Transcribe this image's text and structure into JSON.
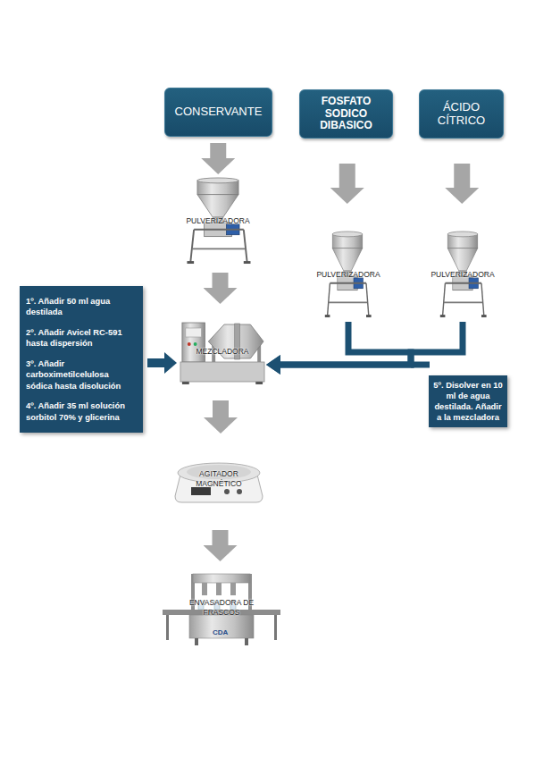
{
  "diagram": {
    "nodes": [
      {
        "text": [
          "CONSERVANTE"
        ]
      },
      {
        "text": [
          "FOSFATO SODICO DIBASICO"
        ]
      },
      {
        "text": [
          "ÁCIDO CÍTRICO"
        ]
      },
      {
        "text": [
          "PULVERIZADORA"
        ]
      },
      {
        "text": [
          "PULVERIZADORA"
        ]
      },
      {
        "text": [
          "PULVERIZADORA"
        ]
      },
      {
        "text": [
          "1º. Añadir 50 ml agua destilada",
          "2º. Añadir Avicel RC-591 hasta dispersión",
          "3º. Añadir carboximetilcelulosa sódica hasta disolución",
          "4º. Añadir 35 ml solución sorbitol 70% y glicerina"
        ]
      },
      {
        "text": [
          "MEZCLADORA"
        ]
      },
      {
        "text": [
          "5º. Disolver en 10 ml de agua destilada. Añadir a la mezcladora"
        ]
      },
      {
        "text": [
          "AGITADOR MAGNÉTICO"
        ]
      },
      {
        "text": [
          "ENVASADORA DE FRASCOS"
        ]
      }
    ],
    "edges": [
      {
        "from": 0,
        "to": 3,
        "arrow": "to"
      },
      {
        "from": 1,
        "to": 4,
        "arrow": "to"
      },
      {
        "from": 2,
        "to": 5,
        "arrow": "to"
      },
      {
        "from": 3,
        "to": 7,
        "arrow": "to"
      },
      {
        "from": 6,
        "to": 7,
        "arrow": "to"
      },
      {
        "from": 4,
        "to": 7,
        "arrow": "to"
      },
      {
        "from": 5,
        "to": 7,
        "arrow": "to"
      },
      {
        "from": 7,
        "to": 9,
        "arrow": "to"
      },
      {
        "from": 9,
        "to": 10,
        "arrow": "to"
      }
    ],
    "labels": [
      "CDA"
    ]
  }
}
